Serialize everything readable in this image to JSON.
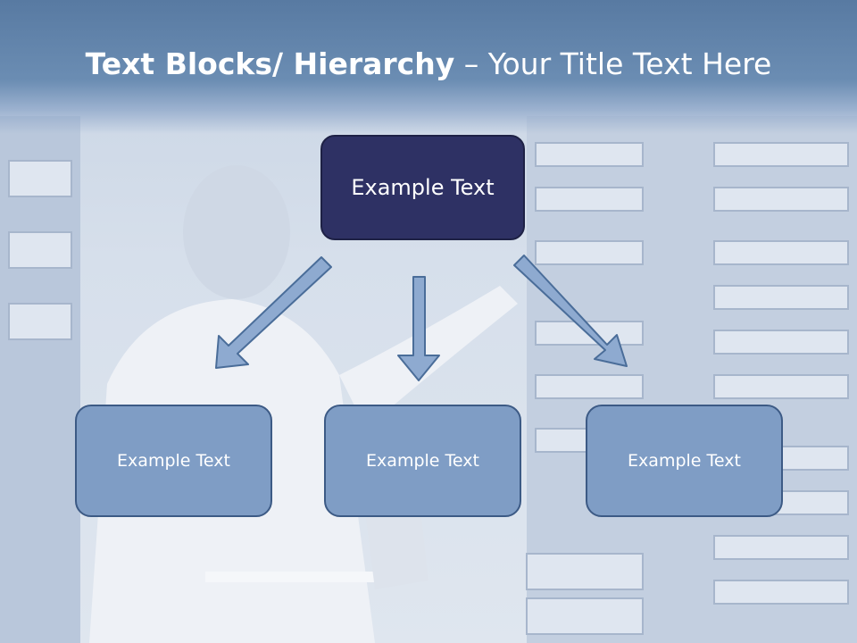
{
  "title": {
    "bold": "Text Blocks/ Hierarchy",
    "regular": " – Your Title Text Here"
  },
  "diagram": {
    "top": "Example Text",
    "children": [
      "Example Text",
      "Example Text",
      "Example Text"
    ]
  },
  "colors": {
    "header": "#587aa2",
    "top_box": "#2e3164",
    "child_box": "#7f9dc5",
    "arrow": "#8eaad0"
  }
}
